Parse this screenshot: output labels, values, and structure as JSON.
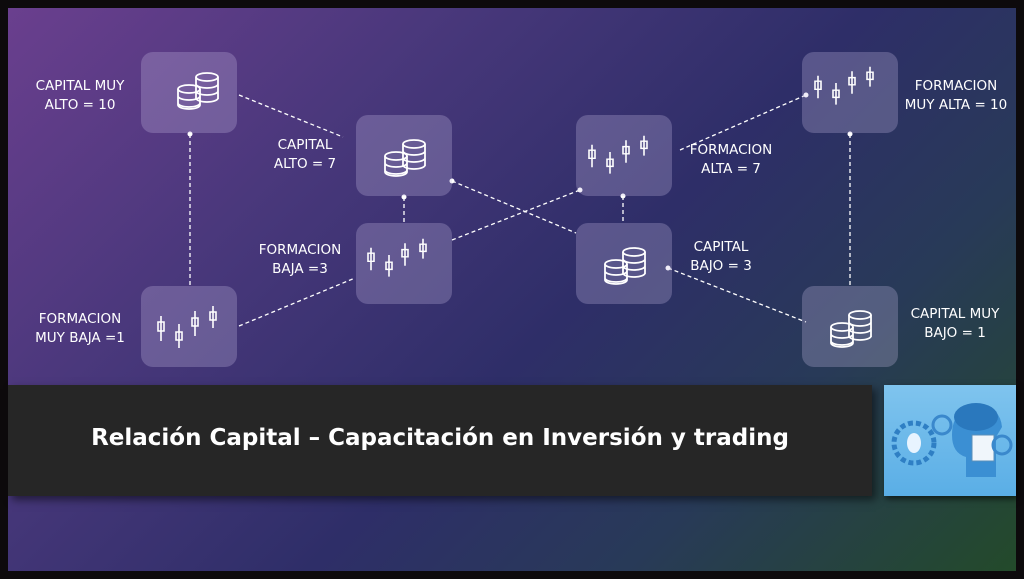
{
  "nodes": {
    "capital_muy_alto": {
      "line1": "CAPITAL MUY",
      "line2": "ALTO = 10",
      "icon": "coins-icon"
    },
    "capital_alto": {
      "line1": "CAPITAL",
      "line2": "ALTO = 7",
      "icon": "coins-icon"
    },
    "formacion_baja": {
      "line1": "FORMACION",
      "line2": "BAJA =3",
      "icon": "candlestick-icon"
    },
    "formacion_muy_baja": {
      "line1": "FORMACION",
      "line2": "MUY BAJA =1",
      "icon": "candlestick-icon"
    },
    "formacion_alta": {
      "line1": "FORMACION",
      "line2": "ALTA = 7",
      "icon": "candlestick-icon"
    },
    "capital_bajo": {
      "line1": "CAPITAL",
      "line2": "BAJO = 3",
      "icon": "coins-icon"
    },
    "formacion_muy_alta": {
      "line1": "FORMACION",
      "line2": "MUY ALTA = 10",
      "icon": "candlestick-icon"
    },
    "capital_muy_bajo": {
      "line1": "CAPITAL MUY",
      "line2": "BAJO = 1",
      "icon": "coins-icon"
    }
  },
  "title": "Relación Capital – Capacitación en Inversión y trading"
}
